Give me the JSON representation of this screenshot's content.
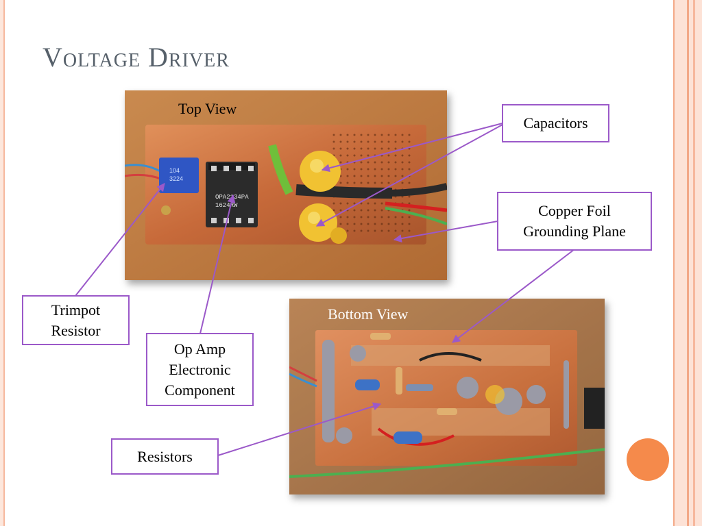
{
  "slide": {
    "title": "Voltage Driver"
  },
  "photos": {
    "top": {
      "caption": "Top View"
    },
    "bottom": {
      "caption": "Bottom View"
    }
  },
  "labels": {
    "capacitors": "Capacitors",
    "copper_foil_line1": "Copper Foil",
    "copper_foil_line2": "Grounding Plane",
    "trimpot_line1": "Trimpot",
    "trimpot_line2": "Resistor",
    "opamp_line1": "Op Amp",
    "opamp_line2": "Electronic",
    "opamp_line3": "Component",
    "resistors": "Resistors"
  },
  "chip_markings": {
    "line1": "OPA2134PA",
    "line2": "1624RW"
  },
  "trimpot_markings": {
    "line1": "104",
    "line2": "3224"
  },
  "colors": {
    "accent_purple": "#9b59c9",
    "title_gray": "#56606a",
    "orange_accent": "#f58a4b"
  }
}
